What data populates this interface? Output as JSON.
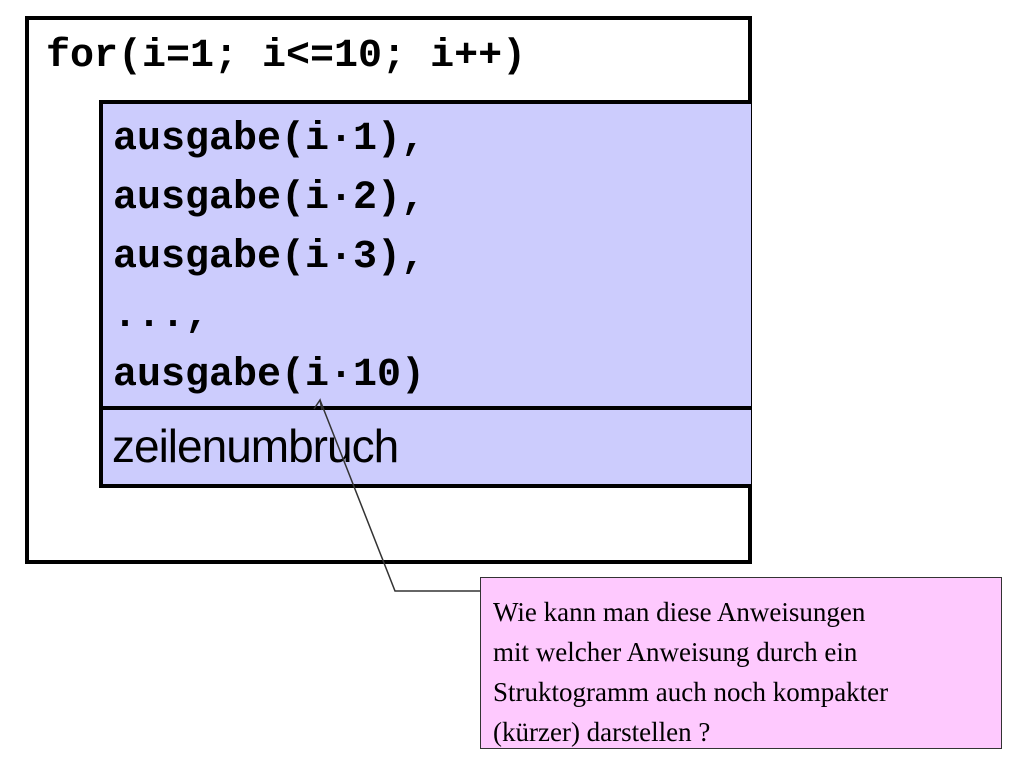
{
  "structogram": {
    "loop_header": "for(i=1; i<=10; i++)",
    "body_statements": [
      "ausgabe(i·1),",
      "ausgabe(i·2),",
      "ausgabe(i·3),",
      "...,",
      "ausgabe(i·10)"
    ],
    "newline_statement": "zeilenumbruch"
  },
  "note": {
    "lines": [
      "Wie kann man diese Anweisungen",
      "mit welcher Anweisung durch ein",
      "Struktogramm auch noch kompakter",
      "(kürzer) darstellen ?"
    ]
  },
  "colors": {
    "body_fill": "#ccccfd",
    "note_fill": "#fec9fe",
    "border": "#000000"
  }
}
